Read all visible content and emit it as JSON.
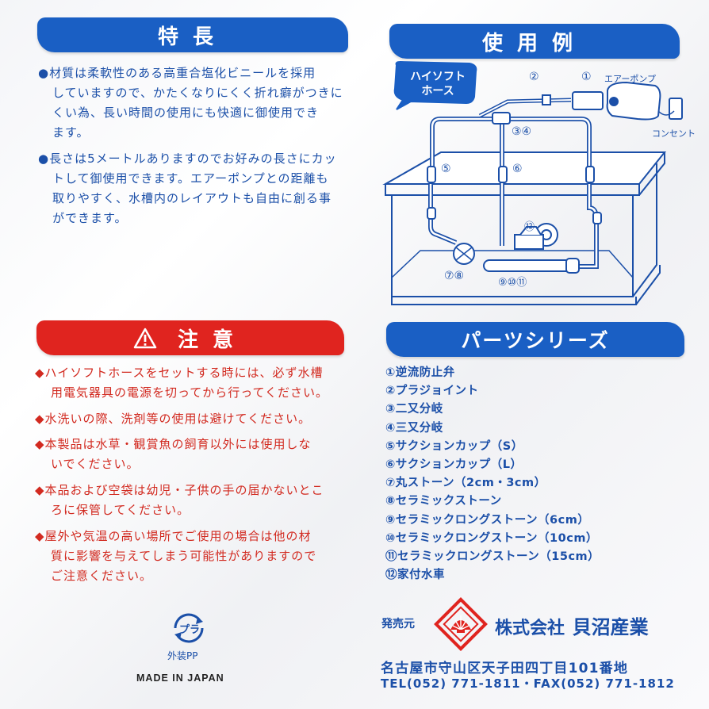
{
  "features": {
    "heading": "特長",
    "items": [
      "材質は柔軟性のある高重合塩化ビニールを採用していますので、かたくなりにくく折れ癖がつきにくい為、長い時間の使用にも快適に御使用できます。",
      "長さは5メートルありますのでお好みの長さにカットして御使用できます。エアーポンプとの距離も取りやすく、水槽内のレイアウトも自由に創る事ができます。"
    ],
    "lines": [
      [
        "●材質は柔軟性のある高重合塩化ビニールを採用",
        "していますので、かたくなりにくく折れ癖がつきに",
        "くい為、長い時間の使用にも快適に御使用でき",
        "ます。"
      ],
      [
        "●長さは5メートルありますのでお好みの長さにカッ",
        "トして御使用できます。エアーポンプとの距離も",
        "取りやすく、水槽内のレイアウトも自由に創る事",
        "ができます。"
      ]
    ]
  },
  "usage": {
    "heading": "使用例",
    "hose_label": [
      "ハイソフト",
      "ホース"
    ],
    "air_pump_label": "エアーポンプ",
    "outlet_label": "コンセント",
    "markers": {
      "m1": "①",
      "m2": "②",
      "m34": "③④",
      "m5": "⑤",
      "m6": "⑥",
      "m12": "⑫",
      "m78": "⑦⑧",
      "m91011": "⑨⑩⑪"
    }
  },
  "caution": {
    "heading": "注意",
    "lines": [
      [
        "◆ハイソフトホースをセットする時には、必ず水槽",
        "用電気器具の電源を切ってから行ってください。"
      ],
      [
        "◆水洗いの際、洗剤等の使用は避けてください。"
      ],
      [
        "◆本製品は水草・観賞魚の飼育以外には使用しな",
        "いでください。"
      ],
      [
        "◆本品および空袋は幼児・子供の手の届かないとこ",
        "ろに保管してください。"
      ],
      [
        "◆屋外や気温の高い場所でご使用の場合は他の材",
        "質に影響を与えてしまう可能性がありますので",
        "ご注意ください。"
      ]
    ]
  },
  "parts": {
    "heading": "パーツシリーズ",
    "items": [
      "①逆流防止弁",
      "②プラジョイント",
      "③二又分岐",
      "④三又分岐",
      "⑤サクションカップ（S）",
      "⑥サクションカップ（L）",
      "⑦丸ストーン（2cm・3cm）",
      "⑧セラミックストーン",
      "⑨セラミックロングストーン（6cm）",
      "⑩セラミックロングストーン（10cm）",
      "⑪セラミックロングストーン（15cm）",
      "⑫家付水車"
    ]
  },
  "recycle": {
    "mark_text": "プラ",
    "material": "外装PP"
  },
  "made_in": "MADE IN JAPAN",
  "company": {
    "seller_label": "発売元",
    "name_prefix": "株式会社",
    "name": "貝沼産業",
    "address": "名古屋市守山区天子田四丁目101番地",
    "phone": "TEL(052) 771-1811・FAX(052) 771-1812"
  },
  "colors": {
    "blue": "#1a5fc4",
    "red": "#e0241f",
    "text_blue": "#1b4fa8",
    "text_red": "#d22a20"
  }
}
